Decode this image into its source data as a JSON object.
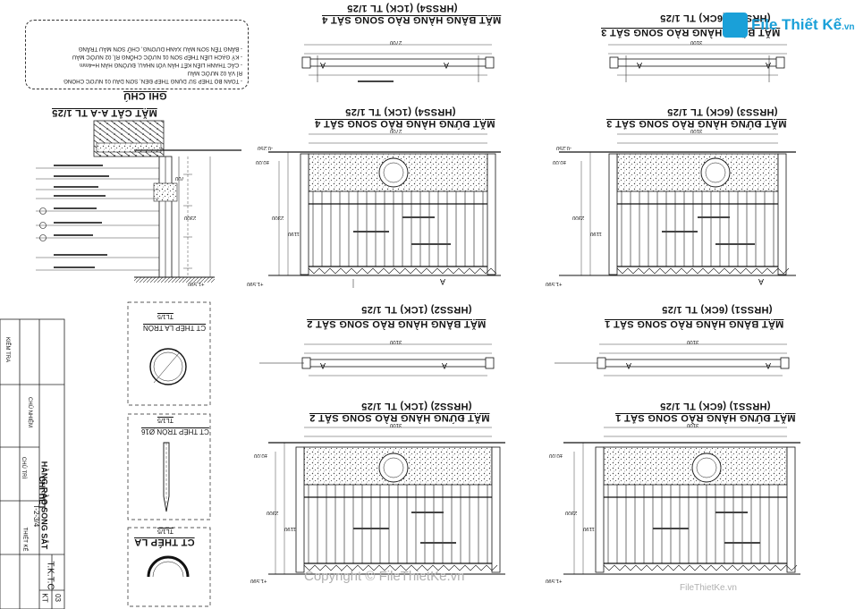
{
  "brand": {
    "name": "File Thiết Kế",
    "domain": ".vn"
  },
  "watermark": {
    "text": "Copyright © FileThietKe.vn",
    "small": "FileThietKe.vn"
  },
  "notes": {
    "heading": "GHI CHÚ",
    "lines": [
      "- TOÀN BỘ THÉP SỬ DỤNG THÉP ĐEN, SƠN DẦU 01 NƯỚC CHỐNG",
      "  RỈ VÀ 02 NƯỚC MÀU",
      "- CÁC THANH LIÊN KẾT HÀN VỚI NHAU, ĐƯỜNG HÀN H=4mm",
      "- KÝ GẠCH LIÊN THÉP SƠN 01 NƯỚC CHỐNG RỈ, 02 NƯỚC MÀU",
      "- BẢNG TÊN SƠN MÀU XANH DƯƠNG, CHỮ SƠN MÀU TRẮNG"
    ]
  },
  "views": {
    "section": "MẶT CẮT A-A TL 1/25",
    "plan4": "MẶT BẰNG HÀNG RÀO SONG SẮT 4",
    "plan4_sub": "(HRSS4) (1CK) TL 1/25",
    "elev4": "MẶT ĐỨNG HÀNG RÀO SONG SẮT 4",
    "elev4_sub": "(HRSS4) (1CK) TL 1/25",
    "plan3": "MẶT BẰNG HÀNG RÀO SONG SẮT 3",
    "plan3_sub": "(HRSS3) (6CK) TL 1/25",
    "elev3": "MẶT ĐỨNG HÀNG RÀO SONG SẮT 3",
    "elev3_sub": "(HRSS3) (6CK) TL 1/25",
    "plan2": "MẶT BẰNG HÀNG RÀO SONG SẮT 2",
    "plan2_sub": "(HRSS2) (1CK) TL 1/25",
    "elev2": "MẶT ĐỨNG HÀNG RÀO SONG SẮT 2",
    "elev2_sub": "(HRSS2) (1CK) TL 1/25",
    "plan1": "MẶT BẰNG HÀNG RÀO SONG SẮT 1",
    "plan1_sub": "(HRSS1) (6CK) TL 1/25",
    "elev1": "MẶT ĐỨNG HÀNG RÀO SONG SẮT 1",
    "elev1_sub": "(HRSS1) (6CK) TL 1/25",
    "detail_round": "CT THÉP LA TRÒN",
    "detail_round_scale": "TL1/5",
    "detail_rod": "CT THÉP TRÒN Ø16",
    "detail_rod_scale": "TL1/5",
    "detail_flat": "CT THÉP LA",
    "detail_flat_scale": "TL1/5"
  },
  "dims": {
    "w2700": "2700",
    "w3100": "3100",
    "h2300": "2300",
    "h1190": "1190",
    "h700": "700",
    "lvl_top": "+1.590",
    "lvl_0": "±0.00",
    "lvl_m": "-0.250",
    "mark_a": "A"
  },
  "title_block": {
    "drawing_title": "CHI TIẾT",
    "drawing_title2": "HÀNG RÀO SONG SẮT",
    "drawing_no": "T-2-3/4",
    "company": "T.K.T.C",
    "code": "KT",
    "sheet": "03",
    "designer_label": "CHỦ NHIỆM",
    "check_label": "KIỂM TRA",
    "draw_label": "THIẾT KẾ",
    "ref_label": "CHỦ TRÌ"
  }
}
